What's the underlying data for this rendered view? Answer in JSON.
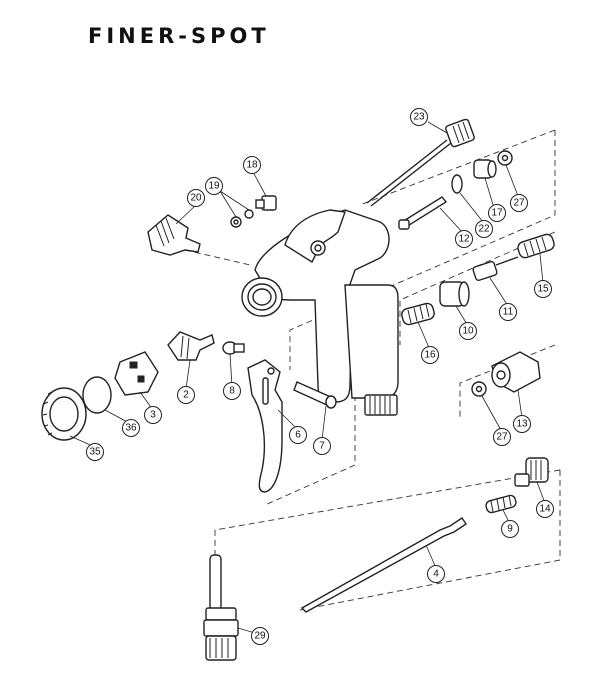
{
  "title": "FINER-SPOT",
  "callouts": [
    "23",
    "18",
    "19",
    "20",
    "17",
    "27",
    "22",
    "12",
    "15",
    "11",
    "10",
    "16",
    "2",
    "8",
    "3",
    "36",
    "35",
    "6",
    "7",
    "13",
    "27",
    "14",
    "9",
    "4",
    "29"
  ]
}
